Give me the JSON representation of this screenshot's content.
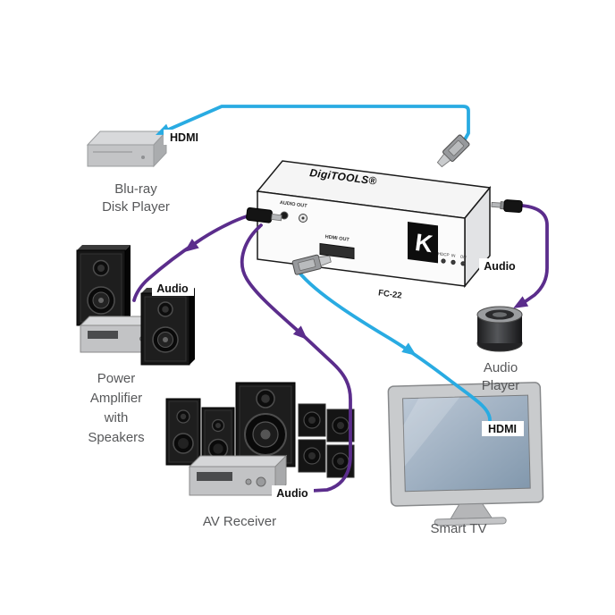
{
  "colors": {
    "hdmi": "#29abe2",
    "audio": "#5b2d8c"
  },
  "device": {
    "brand": "DigiTOOLS®",
    "model": "FC-22",
    "logo_letter": "K",
    "labels": {
      "audio_out": "AUDIO OUT",
      "hdmi_out": "HDMI OUT",
      "led_hdcp": "HDCP",
      "led_in": "IN",
      "led_on": "ON"
    }
  },
  "nodes": {
    "bluray": {
      "line1": "Blu-ray",
      "line2": "Disk Player"
    },
    "power_amp": {
      "line1": "Power",
      "line2": "Amplifier",
      "line3": "with",
      "line4": "Speakers"
    },
    "av_receiver": {
      "label": "AV Receiver"
    },
    "smart_tv": {
      "label": "Smart TV"
    },
    "audio_player": {
      "line1": "Audio",
      "line2": "Player"
    }
  },
  "connections": {
    "bluray_hdmi": "HDMI",
    "tv_hdmi": "HDMI",
    "amp_audio": "Audio",
    "receiver_audio": "Audio",
    "player_audio": "Audio"
  }
}
